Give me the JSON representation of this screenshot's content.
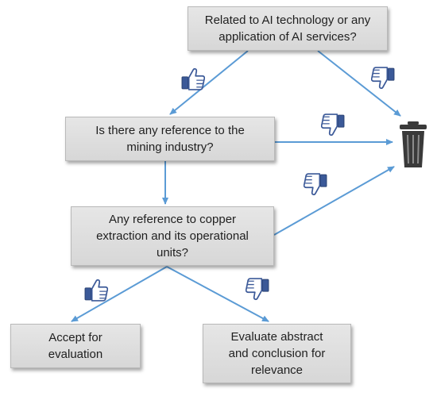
{
  "nodes": {
    "ai": {
      "line1": "Related to AI technology or any",
      "line2": "application of AI services?"
    },
    "mining": {
      "line1": "Is there any reference to the",
      "line2": "mining industry?"
    },
    "copper": {
      "line1": "Any reference to copper",
      "line2": "extraction and its operational",
      "line3": "units?"
    },
    "accept": {
      "line1": "Accept for",
      "line2": "evaluation"
    },
    "evaluate": {
      "line1": "Evaluate abstract",
      "line2": "and conclusion for",
      "line3": "relevance"
    }
  },
  "icons": {
    "yes": "thumbs-up-icon",
    "no": "thumbs-down-icon",
    "discard": "trash-can-icon"
  },
  "colors": {
    "arrow": "#5b9bd5",
    "box_fill": "#dcdcdc",
    "thumb": "#3b5998",
    "bin": "#3a3a3a"
  }
}
